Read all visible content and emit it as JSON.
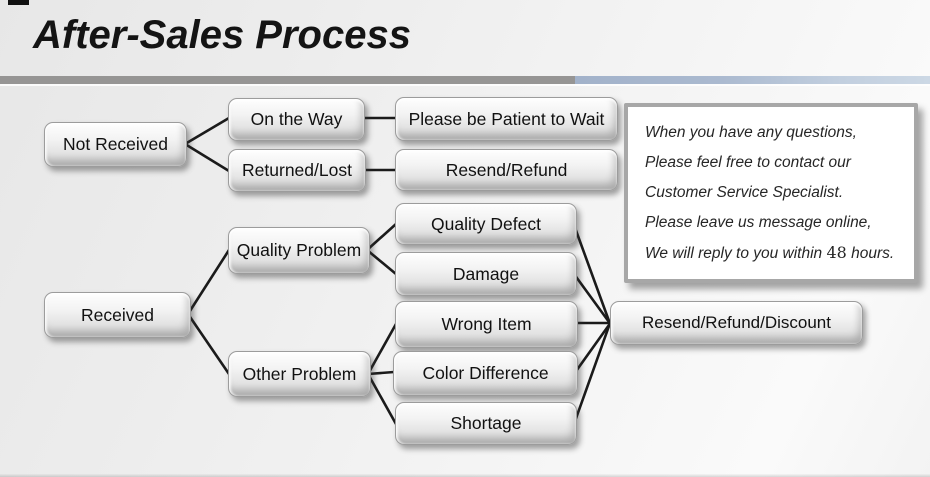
{
  "title": "After-Sales Process",
  "nodes": {
    "not_received": "Not Received",
    "on_the_way": "On the Way",
    "returned_lost": "Returned/Lost",
    "please_wait": "Please be Patient to Wait",
    "resend_refund": "Resend/Refund",
    "received": "Received",
    "quality_problem": "Quality Problem",
    "other_problem": "Other Problem",
    "quality_defect": "Quality Defect",
    "damage": "Damage",
    "wrong_item": "Wrong Item",
    "color_difference": "Color Difference",
    "shortage": "Shortage",
    "resend_refund_discount": "Resend/Refund/Discount"
  },
  "note": {
    "line1": "When you have any questions,",
    "line2": "Please feel free to contact our",
    "line3": "Customer Service Specialist.",
    "line4": "Please leave us message online,",
    "line5_prefix": "We will reply to you within ",
    "line5_number": "48",
    "line5_suffix": " hours."
  },
  "colors": {
    "divider_gray": "#969594",
    "divider_blue": "#a2b2ca",
    "connector": "#1b1b1b"
  }
}
